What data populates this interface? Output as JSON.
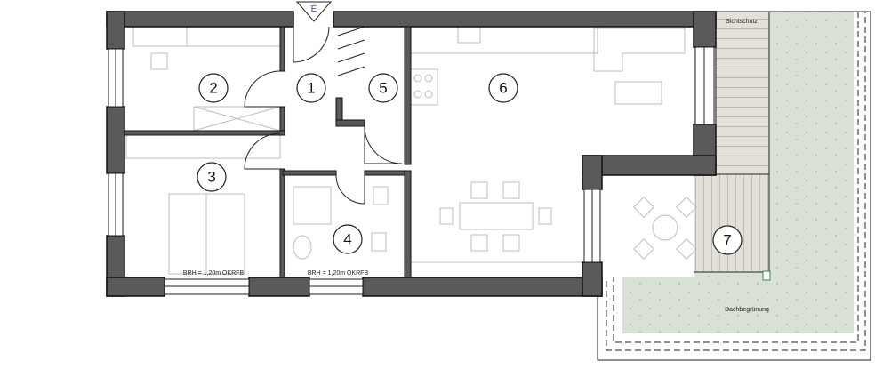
{
  "plan": {
    "entrance_label": "E",
    "rooms": [
      {
        "id": "1"
      },
      {
        "id": "2"
      },
      {
        "id": "3"
      },
      {
        "id": "4"
      },
      {
        "id": "5"
      },
      {
        "id": "6"
      },
      {
        "id": "7"
      }
    ],
    "window_note_1": "BRH = 1,20m OKRFB",
    "window_note_2": "BRH = 1,20m OKRFB",
    "privacy_screen_label": "Sichtschutz",
    "green_roof_label": "Dachbegrünung"
  },
  "colors": {
    "wall": "#5a5a5a",
    "terrace": "#e3e0da",
    "green_roof": "#d9e0d5",
    "entrance": "#6a2fa0"
  }
}
